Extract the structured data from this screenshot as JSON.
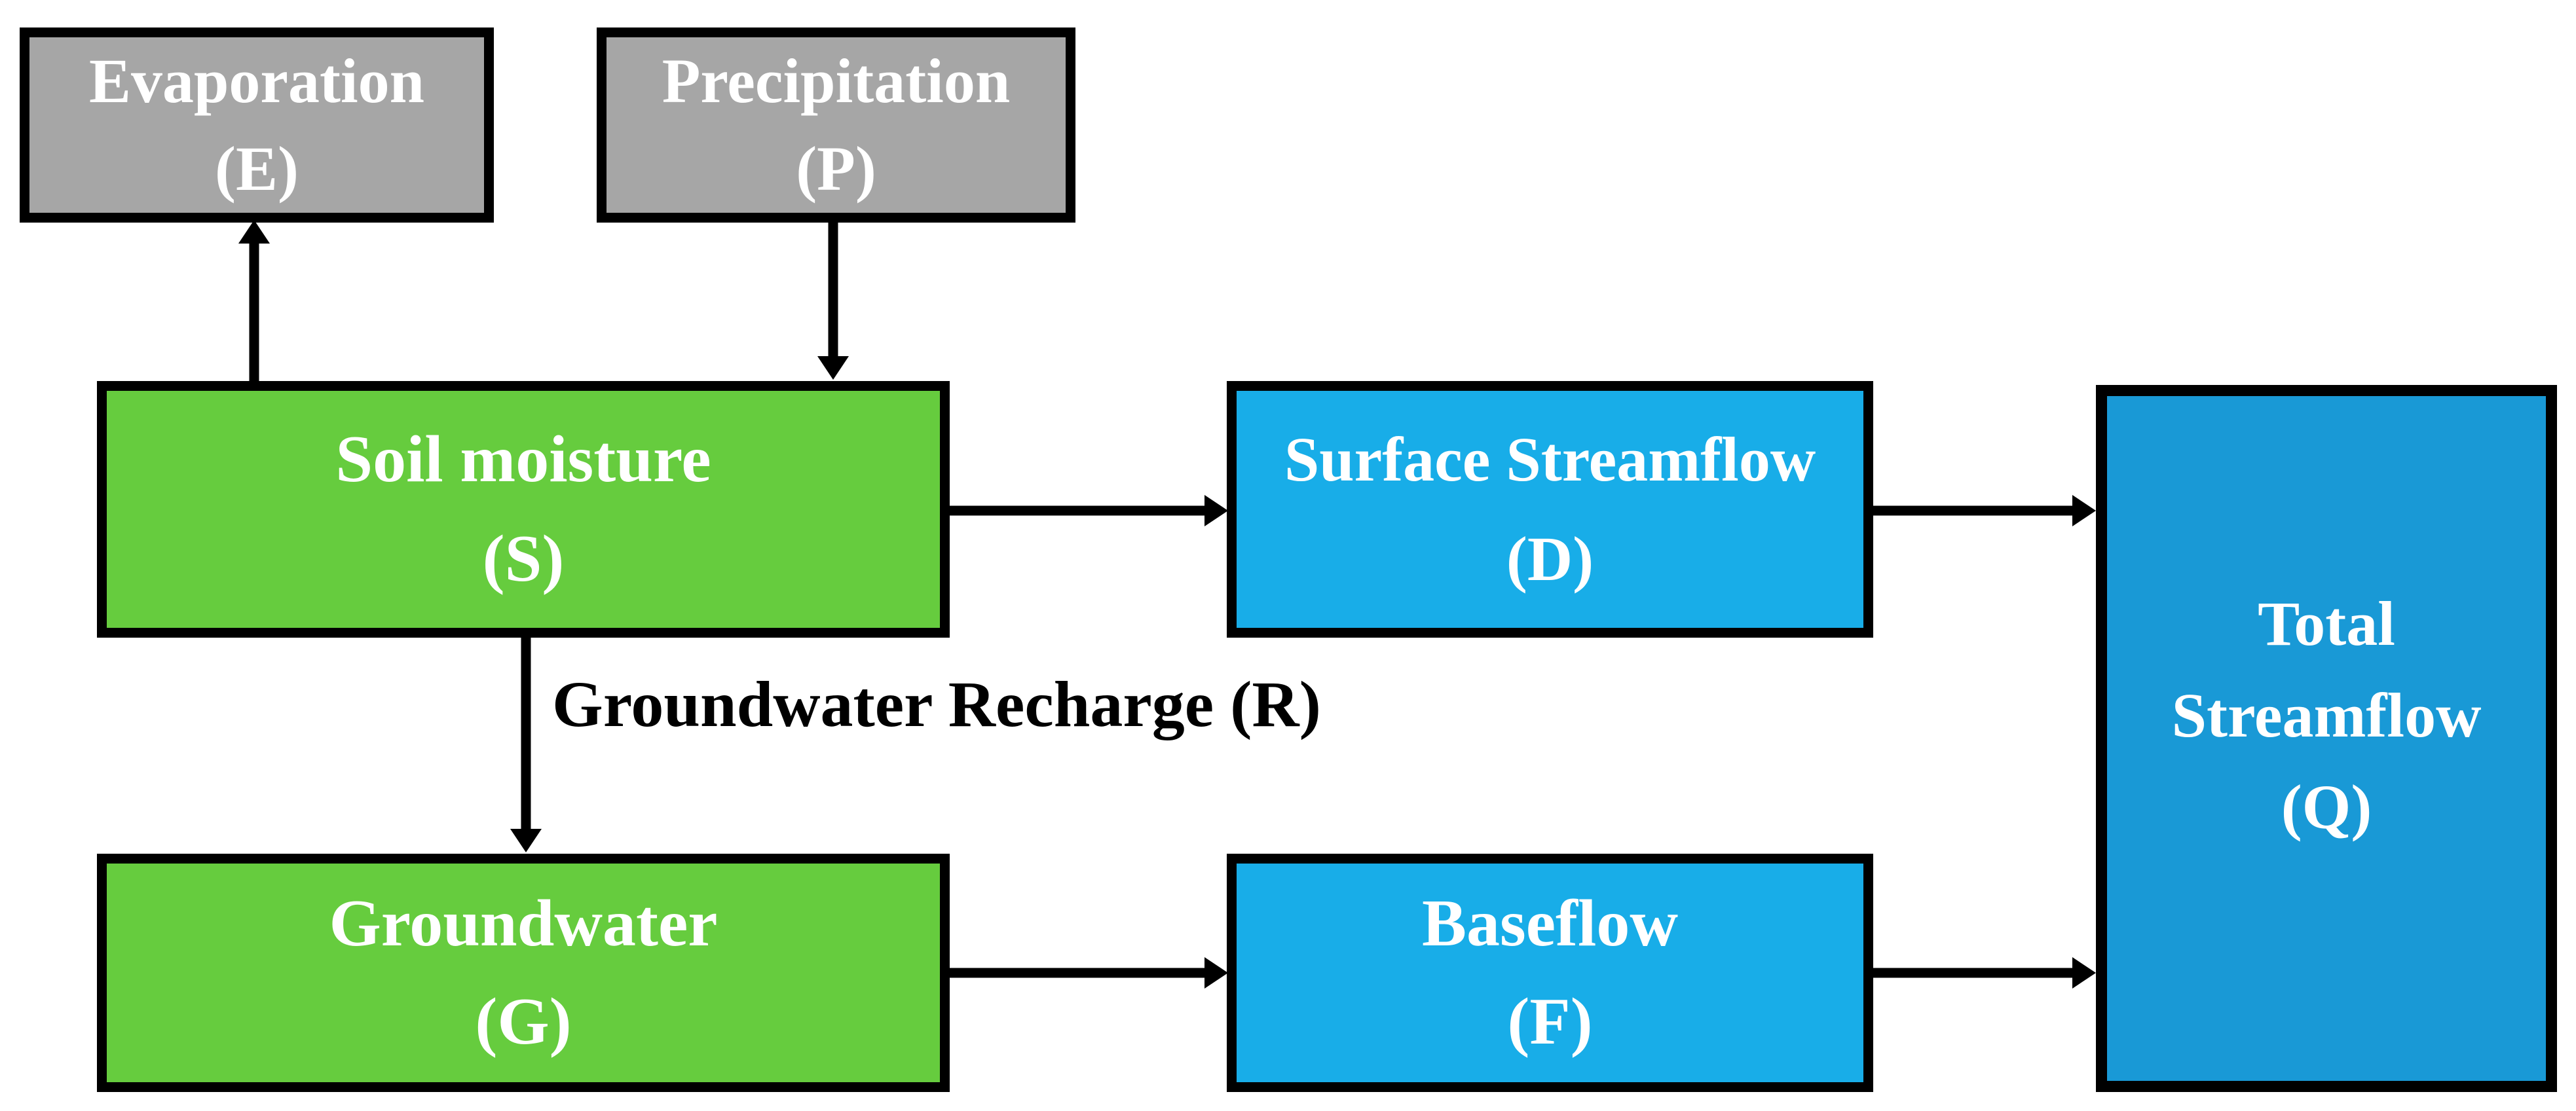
{
  "diagram": {
    "nodes": {
      "evaporation": {
        "label": "Evaporation",
        "symbol": "(E)",
        "fill": "#A6A6A6",
        "text_color": "#FFFFFF"
      },
      "precipitation": {
        "label": "Precipitation",
        "symbol": "(P)",
        "fill": "#A6A6A6",
        "text_color": "#FFFFFF"
      },
      "soil_moisture": {
        "label": "Soil moisture",
        "symbol": "(S)",
        "fill": "#66CC3E",
        "text_color": "#FFFFFF"
      },
      "surface_streamflow": {
        "label": "Surface Streamflow",
        "symbol": "(D)",
        "fill": "#18ADE8",
        "text_color": "#FFFFFF"
      },
      "total_streamflow": {
        "label_line1": "Total",
        "label_line2": "Streamflow",
        "symbol": "(Q)",
        "fill": "#1999D6",
        "text_color": "#FFFFFF"
      },
      "groundwater": {
        "label": "Groundwater",
        "symbol": "(G)",
        "fill": "#66CC3E",
        "text_color": "#FFFFFF"
      },
      "baseflow": {
        "label": "Baseflow",
        "symbol": "(F)",
        "fill": "#18ADE8",
        "text_color": "#FFFFFF"
      }
    },
    "edge_labels": {
      "groundwater_recharge": {
        "label": "Groundwater Recharge",
        "symbol": "(R)",
        "text_color": "#000000"
      }
    },
    "colors": {
      "background": "#FFFFFF",
      "border": "#000000",
      "arrow": "#000000"
    }
  }
}
